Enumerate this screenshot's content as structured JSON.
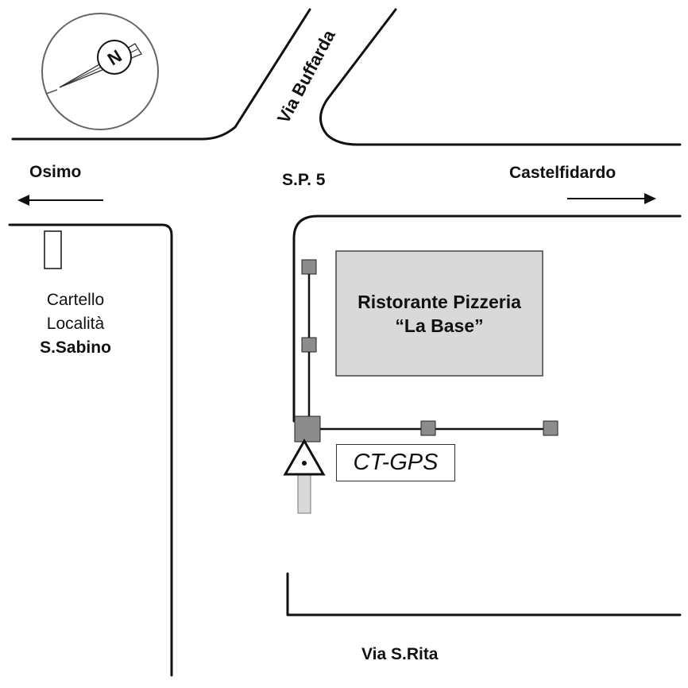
{
  "roads": {
    "via_buffarda": "Via Buffarda",
    "sp5": "S.P. 5",
    "via_s_rita": "Via S.Rita"
  },
  "directions": {
    "left_destination": "Osimo",
    "right_destination": "Castelfidardo"
  },
  "sign": {
    "line1": "Cartello",
    "line2": "Località",
    "line3": "S.Sabino"
  },
  "building": {
    "line1": "Ristorante Pizzeria",
    "line2": "“La Base”",
    "fill_color": "#d9d9d9"
  },
  "device": {
    "label": "CT-GPS"
  },
  "compass": {
    "letter": "N",
    "icon": "compass-icon"
  },
  "colors": {
    "road_line": "#111111",
    "marker_fill": "#8c8c8c",
    "compass_ring": "#666666"
  }
}
